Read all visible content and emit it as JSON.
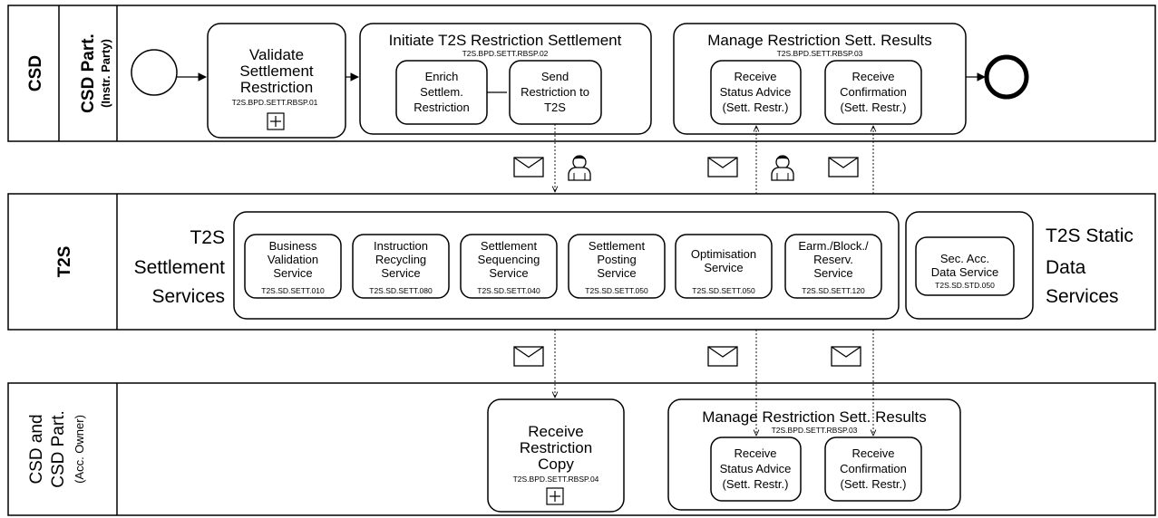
{
  "lanes": {
    "csd": {
      "title": "CSD",
      "sub_title": "CSD Part.",
      "sub_note": "(Instr. Party)"
    },
    "t2s": {
      "title": "T2S"
    },
    "owner": {
      "line1": "CSD and",
      "line2": "CSD Part.",
      "note": "(Acc. Owner)"
    }
  },
  "csd_lane": {
    "validate": {
      "lines": [
        "Validate",
        "Settlement",
        "Restriction"
      ],
      "code": "T2S.BPD.SETT.RBSP.01"
    },
    "initiate": {
      "title": "Initiate T2S Restriction Settlement",
      "code": "T2S.BPD.SETT.RBSP.02",
      "enrich": [
        "Enrich",
        "Settlem.",
        "Restriction"
      ],
      "send": [
        "Send",
        "Restriction to",
        "T2S"
      ]
    },
    "manage": {
      "title": "Manage Restriction Sett. Results",
      "code": "T2S.BPD.SETT.RBSP.03",
      "status": [
        "Receive",
        "Status Advice",
        "(Sett. Restr.)"
      ],
      "confirm": [
        "Receive",
        "Confirmation",
        "(Sett. Restr.)"
      ]
    }
  },
  "t2s_lane": {
    "settlement_label": [
      "T2S",
      "Settlement",
      "Services"
    ],
    "services": [
      {
        "lines": [
          "Business",
          "Validation",
          "Service"
        ],
        "code": "T2S.SD.SETT.010"
      },
      {
        "lines": [
          "Instruction",
          "Recycling",
          "Service"
        ],
        "code": "T2S.SD.SETT.080"
      },
      {
        "lines": [
          "Settlement",
          "Sequencing",
          "Service"
        ],
        "code": "T2S.SD.SETT.040"
      },
      {
        "lines": [
          "Settlement",
          "Posting",
          "Service"
        ],
        "code": "T2S.SD.SETT.050"
      },
      {
        "lines": [
          "Optimisation",
          "Service"
        ],
        "code": "T2S.SD.SETT.050"
      },
      {
        "lines": [
          "Earm./Block./",
          "Reserv.",
          "Service"
        ],
        "code": "T2S.SD.SETT.120"
      }
    ],
    "static_service": {
      "lines": [
        "Sec. Acc.",
        "Data Service"
      ],
      "code": "T2S.SD.STD.050"
    },
    "static_label": [
      "T2S Static",
      "Data",
      "Services"
    ]
  },
  "owner_lane": {
    "receive_copy": {
      "lines": [
        "Receive",
        "Restriction",
        "Copy"
      ],
      "code": "T2S.BPD.SETT.RBSP.04"
    },
    "manage": {
      "title": "Manage Restriction Sett. Results",
      "code": "T2S.BPD.SETT.RBSP.03",
      "status": [
        "Receive",
        "Status Advice",
        "(Sett. Restr.)"
      ],
      "confirm": [
        "Receive",
        "Confirmation",
        "(Sett. Restr.)"
      ]
    }
  },
  "icons": {
    "envelope": "envelope-icon",
    "person": "user-icon",
    "subprocess": "plus-box-icon"
  }
}
